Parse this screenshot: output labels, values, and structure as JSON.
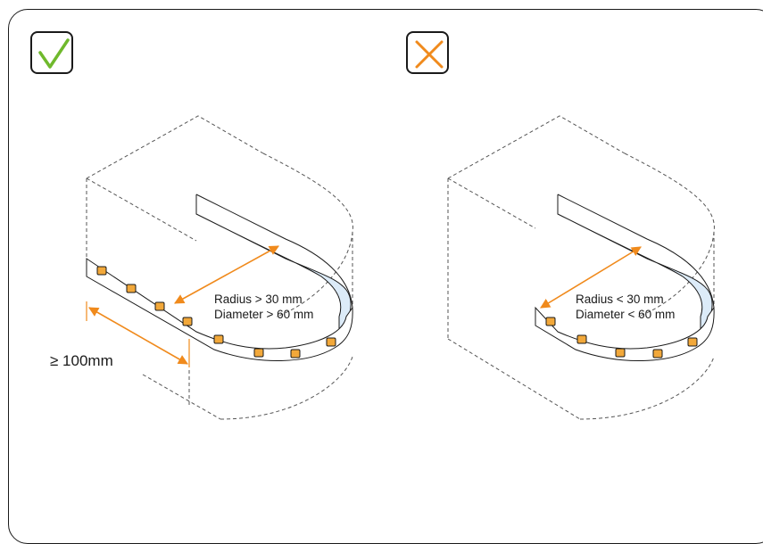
{
  "left_panel": {
    "status": "correct",
    "status_color": "#6fb92c",
    "icon": "checkmark-icon",
    "radius_label": "Radius > 30 mm",
    "diameter_label": "Diameter > 60 mm",
    "length_label": "≥ 100mm"
  },
  "right_panel": {
    "status": "incorrect",
    "status_color": "#f08a1c",
    "icon": "cross-icon",
    "radius_label": "Radius < 30 mm",
    "diameter_label": "Diameter < 60 mm"
  },
  "colors": {
    "arrow": "#f08a1c",
    "strip_back": "#dcebf8",
    "led": "#f2a83a",
    "outline": "#1a1a1a",
    "dashed": "#555555"
  }
}
